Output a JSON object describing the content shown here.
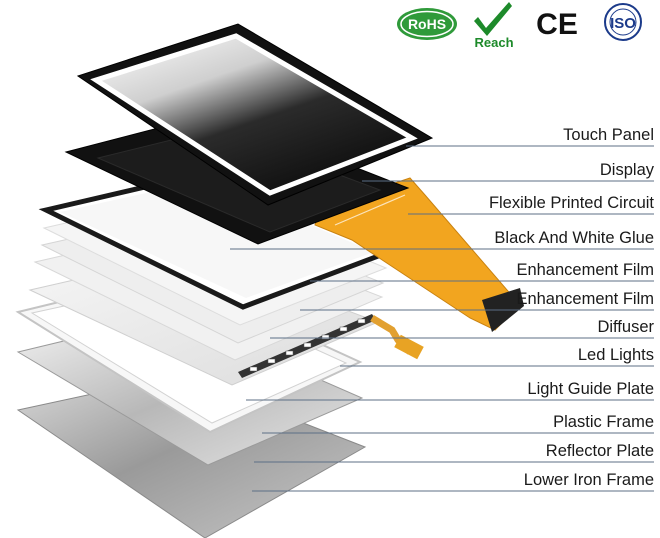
{
  "certifications": {
    "rohs": "RoHS",
    "reach": "Reach",
    "ce": "CE",
    "iso": "ISO"
  },
  "layers": [
    {
      "label": "Touch Panel"
    },
    {
      "label": "Display"
    },
    {
      "label": "Flexible Printed Circuit"
    },
    {
      "label": "Black And White Glue"
    },
    {
      "label": "Enhancement Film"
    },
    {
      "label": "Enhancement Film"
    },
    {
      "label": "Diffuser"
    },
    {
      "label": "Led Lights"
    },
    {
      "label": "Light Guide Plate"
    },
    {
      "label": "Plastic Frame"
    },
    {
      "label": "Reflector Plate"
    },
    {
      "label": "Lower Iron Frame"
    }
  ],
  "colors": {
    "leader_line": "#5c6f86",
    "fpc": "#f2a51f",
    "rohs_green": "#2f9a3a",
    "check_green": "#1d8a2a"
  }
}
